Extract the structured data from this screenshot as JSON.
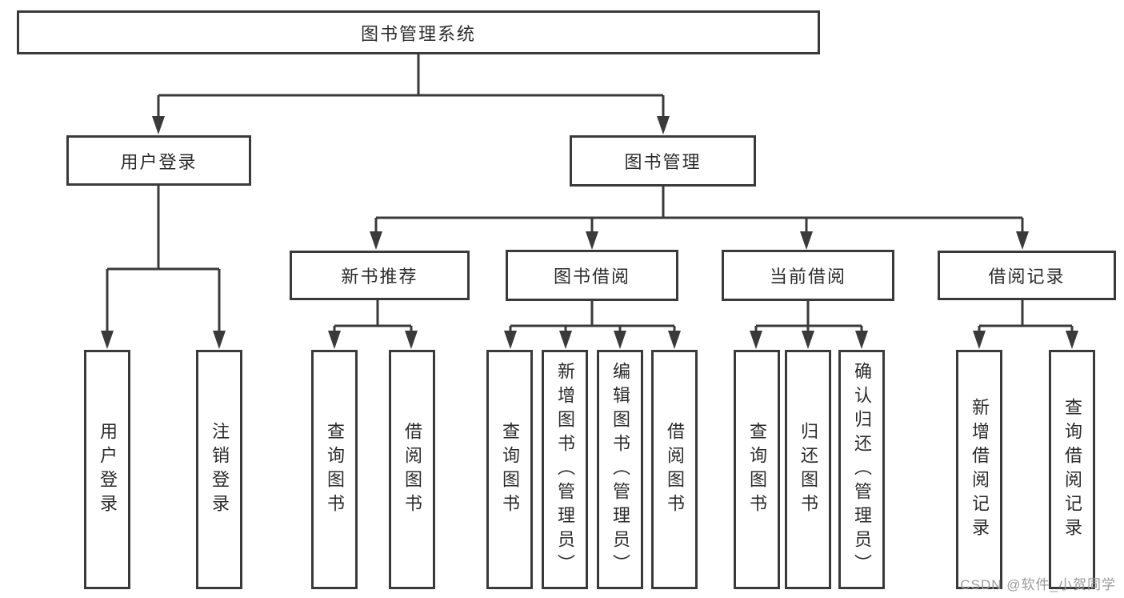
{
  "diagram": {
    "tree": {
      "root": {
        "label": "图书管理系统",
        "children": [
          {
            "label": "用户登录",
            "children": [
              {
                "label": "用户登录"
              },
              {
                "label": "注销登录"
              }
            ]
          },
          {
            "label": "图书管理",
            "children": [
              {
                "label": "新书推荐",
                "children": [
                  {
                    "label": "查询图书"
                  },
                  {
                    "label": "借阅图书"
                  }
                ]
              },
              {
                "label": "图书借阅",
                "children": [
                  {
                    "label": "查询图书"
                  },
                  {
                    "label": "新增图书（管理员）"
                  },
                  {
                    "label": "编辑图书（管理员）"
                  },
                  {
                    "label": "借阅图书"
                  }
                ]
              },
              {
                "label": "当前借阅",
                "children": [
                  {
                    "label": "查询图书"
                  },
                  {
                    "label": "归还图书"
                  },
                  {
                    "label": "确认归还（管理员）"
                  }
                ]
              },
              {
                "label": "借阅记录",
                "children": [
                  {
                    "label": "新增借阅记录"
                  },
                  {
                    "label": "查询借阅记录"
                  }
                ]
              }
            ]
          }
        ]
      }
    },
    "colors": {
      "line": "#3a3a3a",
      "box_border": "#3a3a3a",
      "box_fill": "#ffffff",
      "text": "#2b2b2b",
      "watermark": "#9b9b9b",
      "background": "#ffffff"
    }
  },
  "watermark": {
    "text": "CSDN @软件_小贺同学"
  }
}
